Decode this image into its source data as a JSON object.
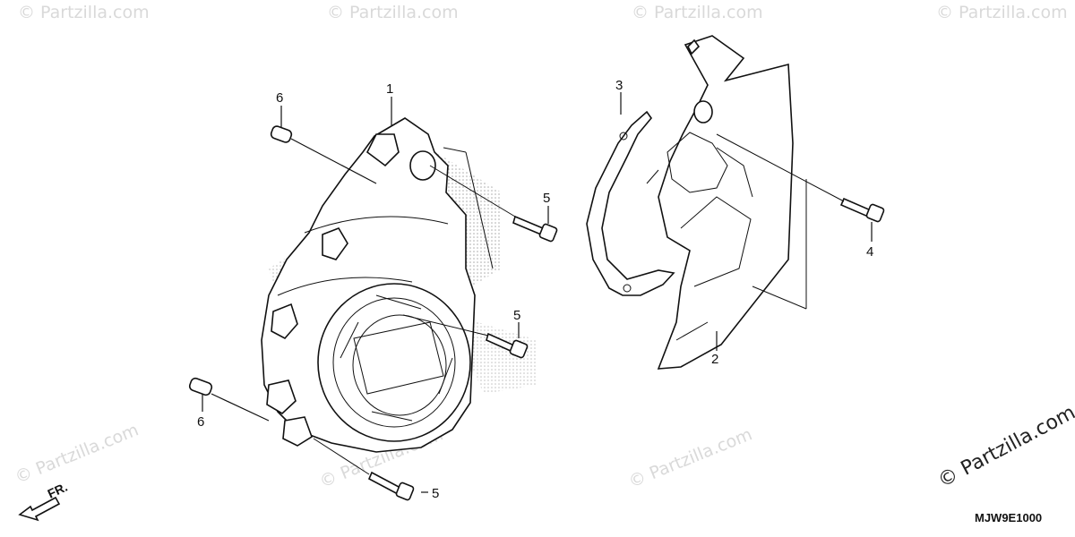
{
  "callouts": {
    "c1": "1",
    "c2": "2",
    "c3": "3",
    "c4": "4",
    "c5a": "5",
    "c5b": "5",
    "c5c": "5",
    "c6a": "6",
    "c6b": "6"
  },
  "diagram_code": "MJW9E1000",
  "direction_label": "FR.",
  "watermark": {
    "main": "© Partzilla.com",
    "faint": "© Partzilla.com"
  },
  "colors": {
    "line": "#111111",
    "watermark_faint": "#d9d9d9"
  }
}
